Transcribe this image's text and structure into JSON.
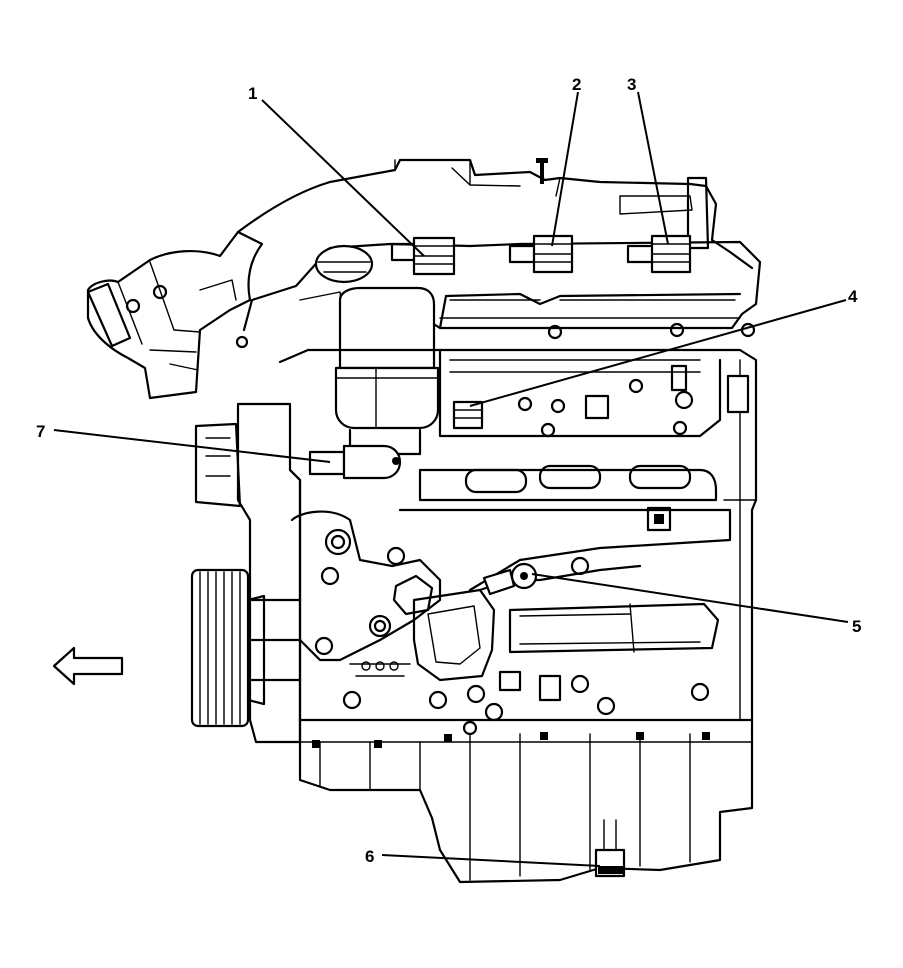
{
  "callouts": [
    {
      "id": 1,
      "label": "1"
    },
    {
      "id": 2,
      "label": "2"
    },
    {
      "id": 3,
      "label": "3"
    },
    {
      "id": 4,
      "label": "4"
    },
    {
      "id": 5,
      "label": "5"
    },
    {
      "id": 6,
      "label": "6"
    },
    {
      "id": 7,
      "label": "7"
    }
  ],
  "icons": {
    "direction_arrow": "left-arrow-icon",
    "pulley": "crankshaft-pulley-icon",
    "sensor_ports": "sensor-port-icon"
  }
}
